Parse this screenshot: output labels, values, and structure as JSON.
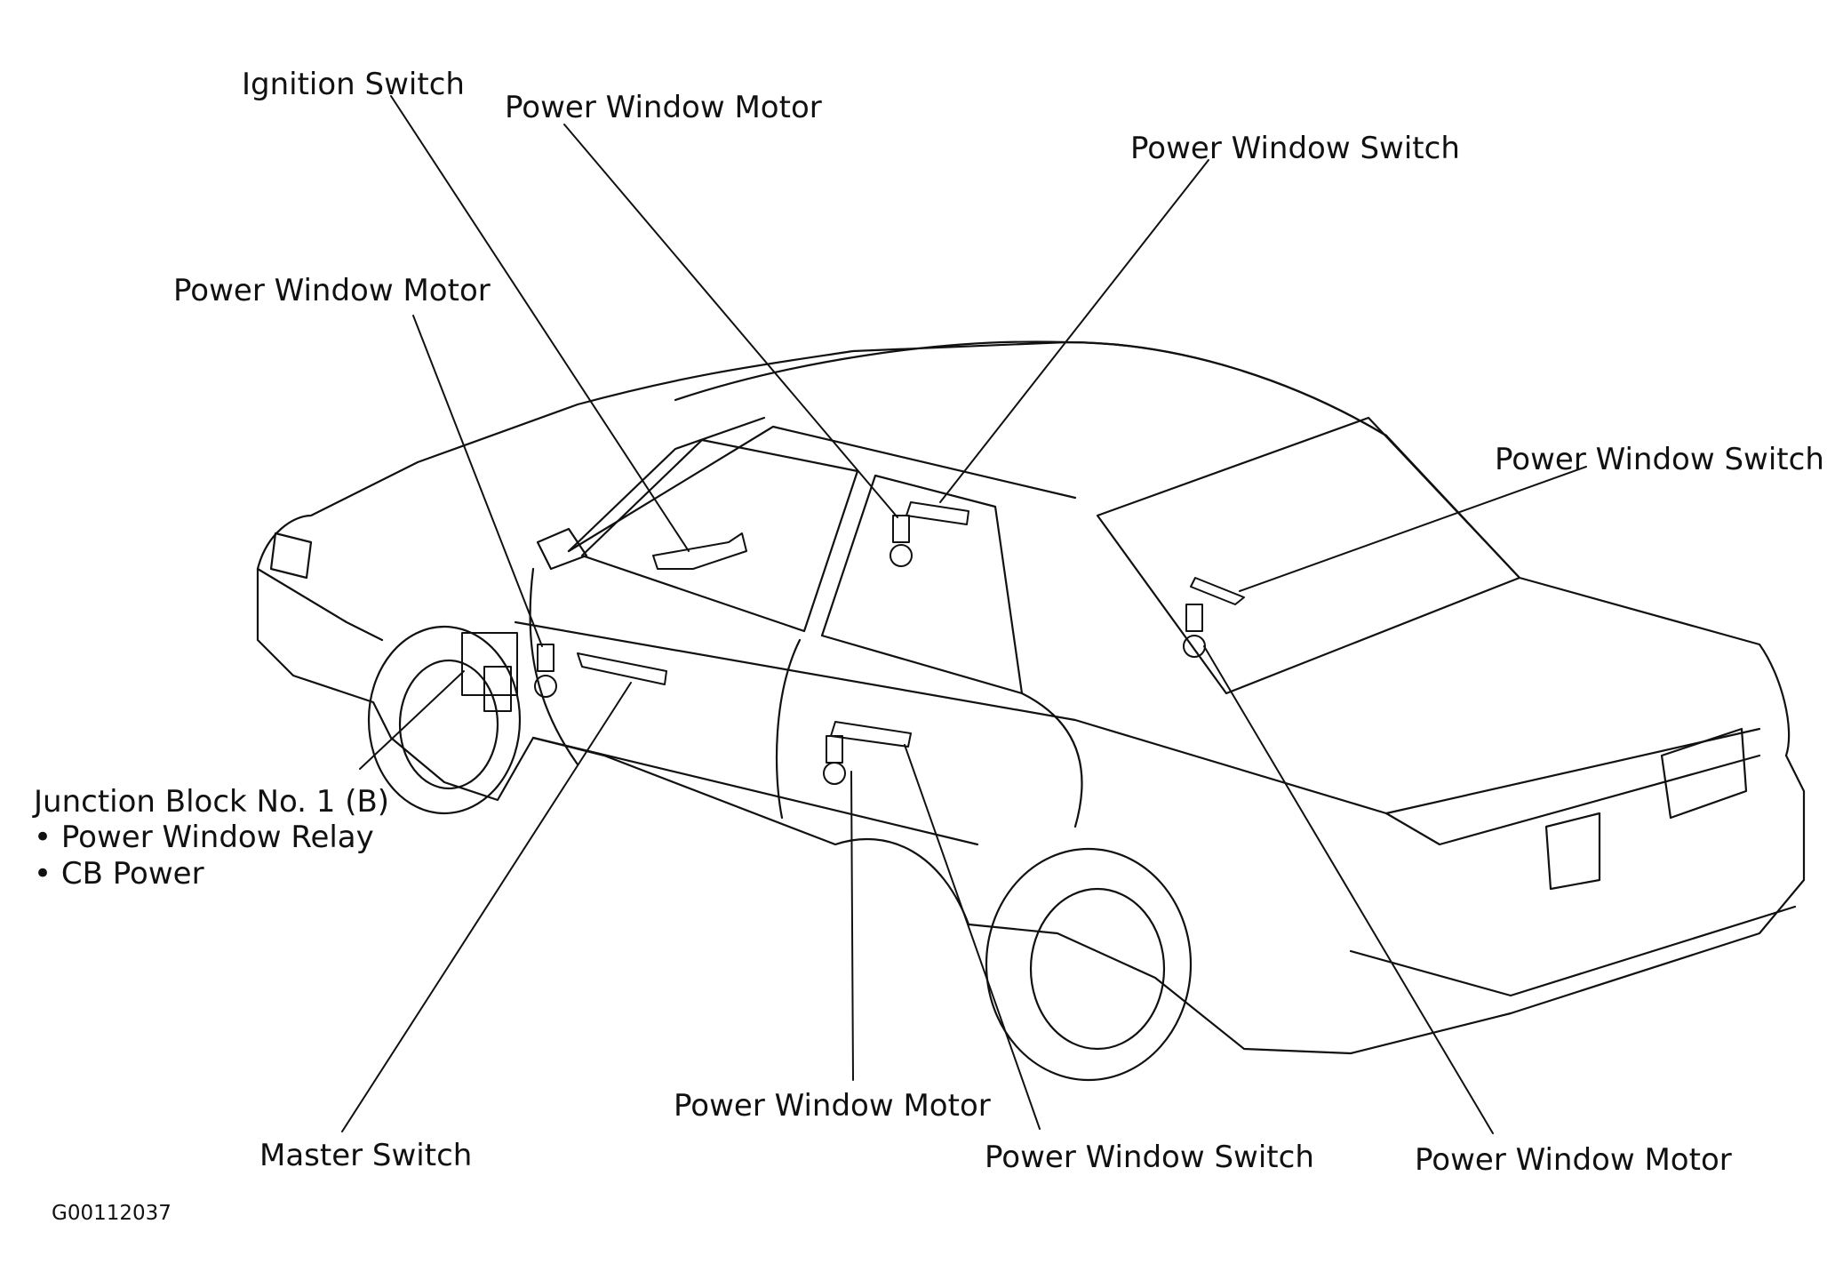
{
  "labels": {
    "ignition_switch": "Ignition Switch",
    "power_window_motor_top": "Power Window Motor",
    "power_window_switch_top": "Power Window Switch",
    "power_window_motor_left": "Power Window Motor",
    "power_window_switch_right": "Power Window Switch",
    "junction_block": "Junction Block No. 1 (B)",
    "junction_items": [
      "Power Window Relay",
      "CB Power"
    ],
    "master_switch": "Master Switch",
    "power_window_motor_bottom": "Power Window Motor",
    "power_window_switch_bottom": "Power Window Switch",
    "power_window_motor_bottom_right": "Power Window Motor"
  },
  "figure_id": "G00112037",
  "colors": {
    "ink": "#111111",
    "background": "#ffffff"
  }
}
